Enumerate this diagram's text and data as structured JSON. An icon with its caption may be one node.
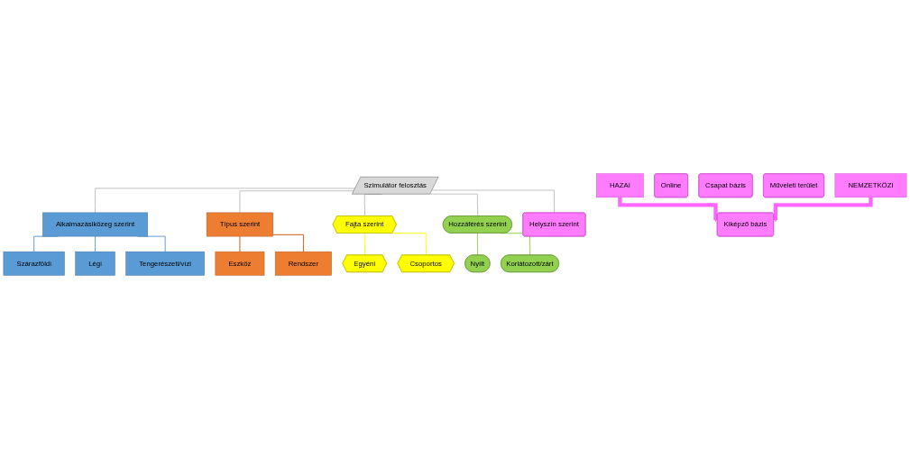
{
  "diagram": {
    "nodes": [
      {
        "text": [
          "Szimulátor felosztás"
        ]
      },
      {
        "text": [
          "Alkalmazásiközeg szerint"
        ]
      },
      {
        "text": [
          "Szárazföldi"
        ]
      },
      {
        "text": [
          "Légi"
        ]
      },
      {
        "text": [
          "Tengerészeti/vízi"
        ]
      },
      {
        "text": [
          "Típus szerint"
        ]
      },
      {
        "text": [
          "Eszköz"
        ]
      },
      {
        "text": [
          "Rendszer"
        ]
      },
      {
        "text": [
          "Fajta szerint"
        ]
      },
      {
        "text": [
          "Egyéni"
        ]
      },
      {
        "text": [
          "Csoportos"
        ]
      },
      {
        "text": [
          "Hozzáférés szerint"
        ]
      },
      {
        "text": [
          "Nyílt"
        ]
      },
      {
        "text": [
          "Korlátozott/zárt"
        ]
      },
      {
        "text": [
          "Helyszín szerint"
        ]
      },
      {
        "text": [
          "HAZAI"
        ]
      },
      {
        "text": [
          "Online"
        ]
      },
      {
        "text": [
          "Kiképző bázis"
        ]
      },
      {
        "text": [
          "Csapat bázis"
        ]
      },
      {
        "text": [
          "Műveleti terület"
        ]
      },
      {
        "text": [
          "NEMZETKÖZI"
        ]
      }
    ],
    "edges": [
      {
        "from": 0,
        "to": 1,
        "arrow": "none"
      },
      {
        "from": 0,
        "to": 5,
        "arrow": "none"
      },
      {
        "from": 0,
        "to": 8,
        "arrow": "none"
      },
      {
        "from": 0,
        "to": 11,
        "arrow": "none"
      },
      {
        "from": 0,
        "to": 14,
        "arrow": "none"
      },
      {
        "from": 1,
        "to": 2,
        "arrow": "none",
        "color": "#5b9bd5"
      },
      {
        "from": 1,
        "to": 3,
        "arrow": "none",
        "color": "#5b9bd5"
      },
      {
        "from": 1,
        "to": 4,
        "arrow": "none",
        "color": "#5b9bd5"
      },
      {
        "from": 5,
        "to": 6,
        "arrow": "none",
        "color": "#c55a11"
      },
      {
        "from": 5,
        "to": 7,
        "arrow": "none",
        "color": "#c55a11"
      },
      {
        "from": 8,
        "to": 9,
        "arrow": "none",
        "color": "#ffff00"
      },
      {
        "from": 8,
        "to": 10,
        "arrow": "none",
        "color": "#ffff00"
      },
      {
        "from": 11,
        "to": 12,
        "arrow": "none",
        "color": "#92d050"
      },
      {
        "from": 11,
        "to": 13,
        "arrow": "none",
        "color": "#92d050"
      },
      {
        "from": 15,
        "to": 17,
        "arrow": "to",
        "color": "#ff66ff",
        "style": "thick"
      },
      {
        "from": 20,
        "to": 17,
        "arrow": "to",
        "color": "#ff66ff",
        "style": "thick"
      }
    ]
  }
}
